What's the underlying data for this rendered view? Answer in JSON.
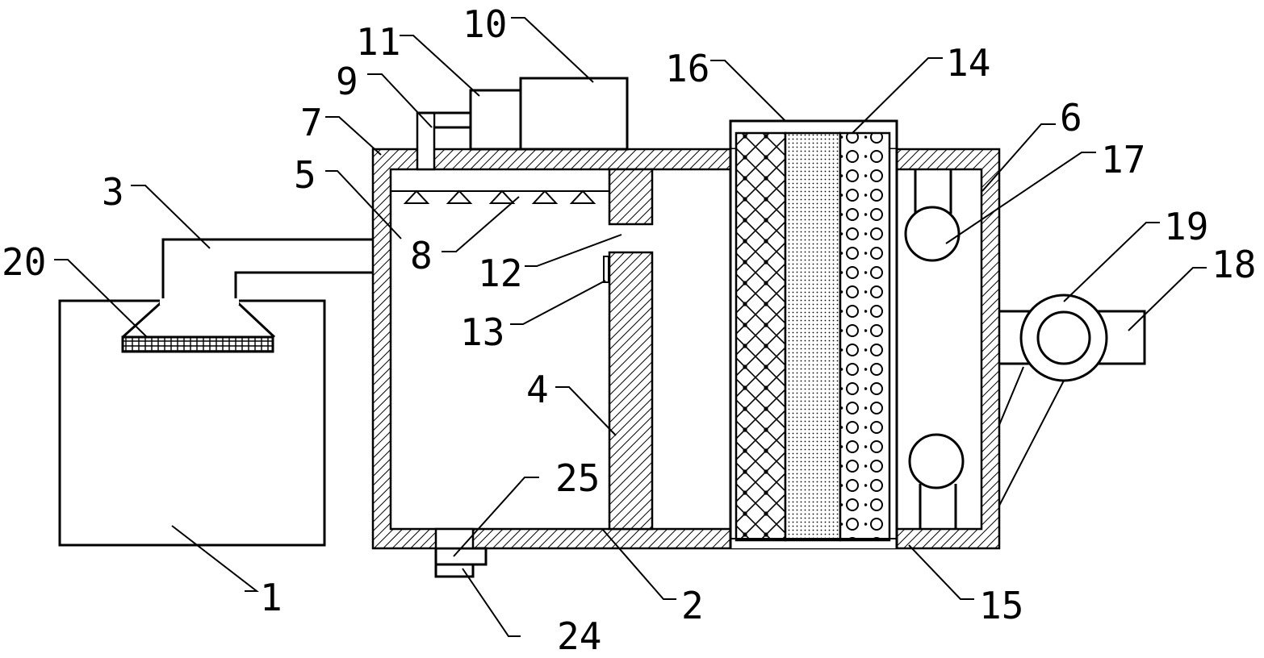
{
  "labels": [
    "1",
    "2",
    "3",
    "4",
    "5",
    "6",
    "7",
    "8",
    "9",
    "10",
    "11",
    "12",
    "13",
    "14",
    "15",
    "16",
    "17",
    "18",
    "19",
    "20",
    "24",
    "25"
  ],
  "colors": {
    "line": "#000000",
    "background": "#ffffff"
  }
}
